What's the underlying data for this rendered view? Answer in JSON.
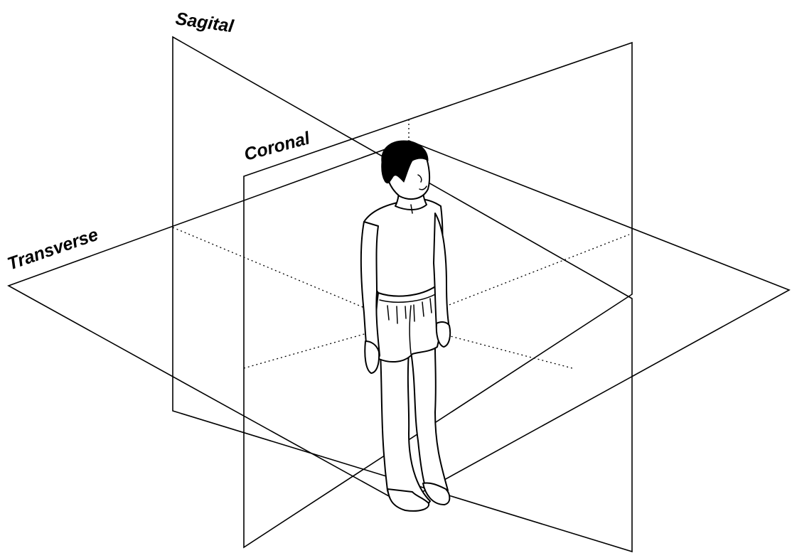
{
  "labels": {
    "sagital": "Sagital",
    "coronal": "Coronal",
    "transverse": "Transverse"
  },
  "colors": {
    "background": "#ffffff",
    "ink": "#000000"
  }
}
